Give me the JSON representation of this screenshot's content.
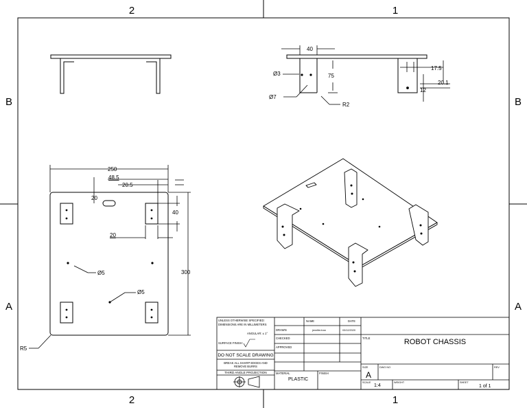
{
  "zones": {
    "col_left": "2",
    "col_right": "1",
    "row_top": "B",
    "row_bottom": "A"
  },
  "dimensions": {
    "top_view_40": "40",
    "dia3": "Ø3",
    "len75": "75",
    "dia7": "Ø7",
    "r2": "R2",
    "d17_5": "17.5",
    "d20_1": "20.1",
    "d12": "12",
    "w250": "250",
    "w48_5": "48.5",
    "w20_5": "20.5",
    "d20_top": "20",
    "d40": "40",
    "d20_mid": "20",
    "dia5_a": "Ø5",
    "dia5_b": "Ø5",
    "h300": "300",
    "r5": "R5"
  },
  "title_block": {
    "tolerance_note_1": "UNLESS OTHERWISE SPECIFIED:",
    "tolerance_note_2": "DIMENSIONS ARE IN MILLIMETERS",
    "angular": "ANGULAR: ± 1°",
    "surface_finish": "SURFACE FINISH:",
    "do_not_scale": "DO NOT SCALE DRAWING",
    "break_edges_1": "BREAK ALL SHARP EDGES AND",
    "break_edges_2": "REMOVE BURRS",
    "projection": "THIRD ANGLE PROJECTION",
    "name_header": "NAME",
    "date_header": "DATE",
    "drawn": "DRAWN",
    "drawn_name": "jennifer.tran",
    "drawn_date": "03/12/2020",
    "checked": "CHECKED",
    "approved": "APPROVED",
    "material_label": "MATERIAL",
    "material": "PLASTIC",
    "finish_label": "FINISH",
    "title_label": "TITLE",
    "title": "ROBOT CHASSIS",
    "size_label": "SIZE",
    "size": "A",
    "dwg_label": "DWG NO",
    "rev_label": "REV",
    "scale_label": "SCALE",
    "scale": "1:4",
    "weight_label": "WEIGHT",
    "sheet_label": "SHEET",
    "sheet": "1 of 1"
  }
}
